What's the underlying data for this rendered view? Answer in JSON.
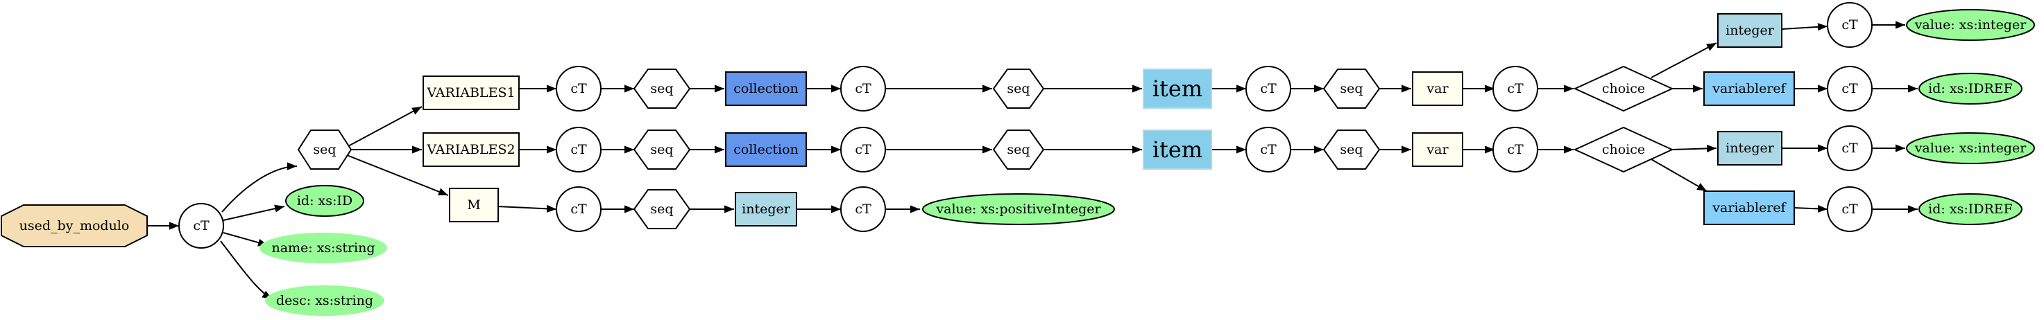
{
  "labels": {
    "root": "used_by_modulo",
    "ct": "cT",
    "seq": "seq",
    "choice": "choice",
    "variables1": "VARIABLES1",
    "variables2": "VARIABLES2",
    "m": "M",
    "collection": "collection",
    "item": "item",
    "var": "var",
    "integer": "integer",
    "variableref": "variableref",
    "attr_id": "id: xs:ID",
    "attr_name": "name: xs:string",
    "attr_desc": "desc: xs:string",
    "value_integer": "value: xs:integer",
    "id_idref": "id: xs:IDREF",
    "value_positive_integer": "value: xs:positiveInteger"
  },
  "colors": {
    "root_fill": "#f5deb3",
    "light_fill": "#fffff0",
    "collection_fill": "#6495ed",
    "item_fill": "#87ceeb",
    "integer_fill": "#add8e6",
    "variableref_fill": "#87cefa",
    "attr_fill": "#98fb98",
    "stroke": "#000000"
  }
}
